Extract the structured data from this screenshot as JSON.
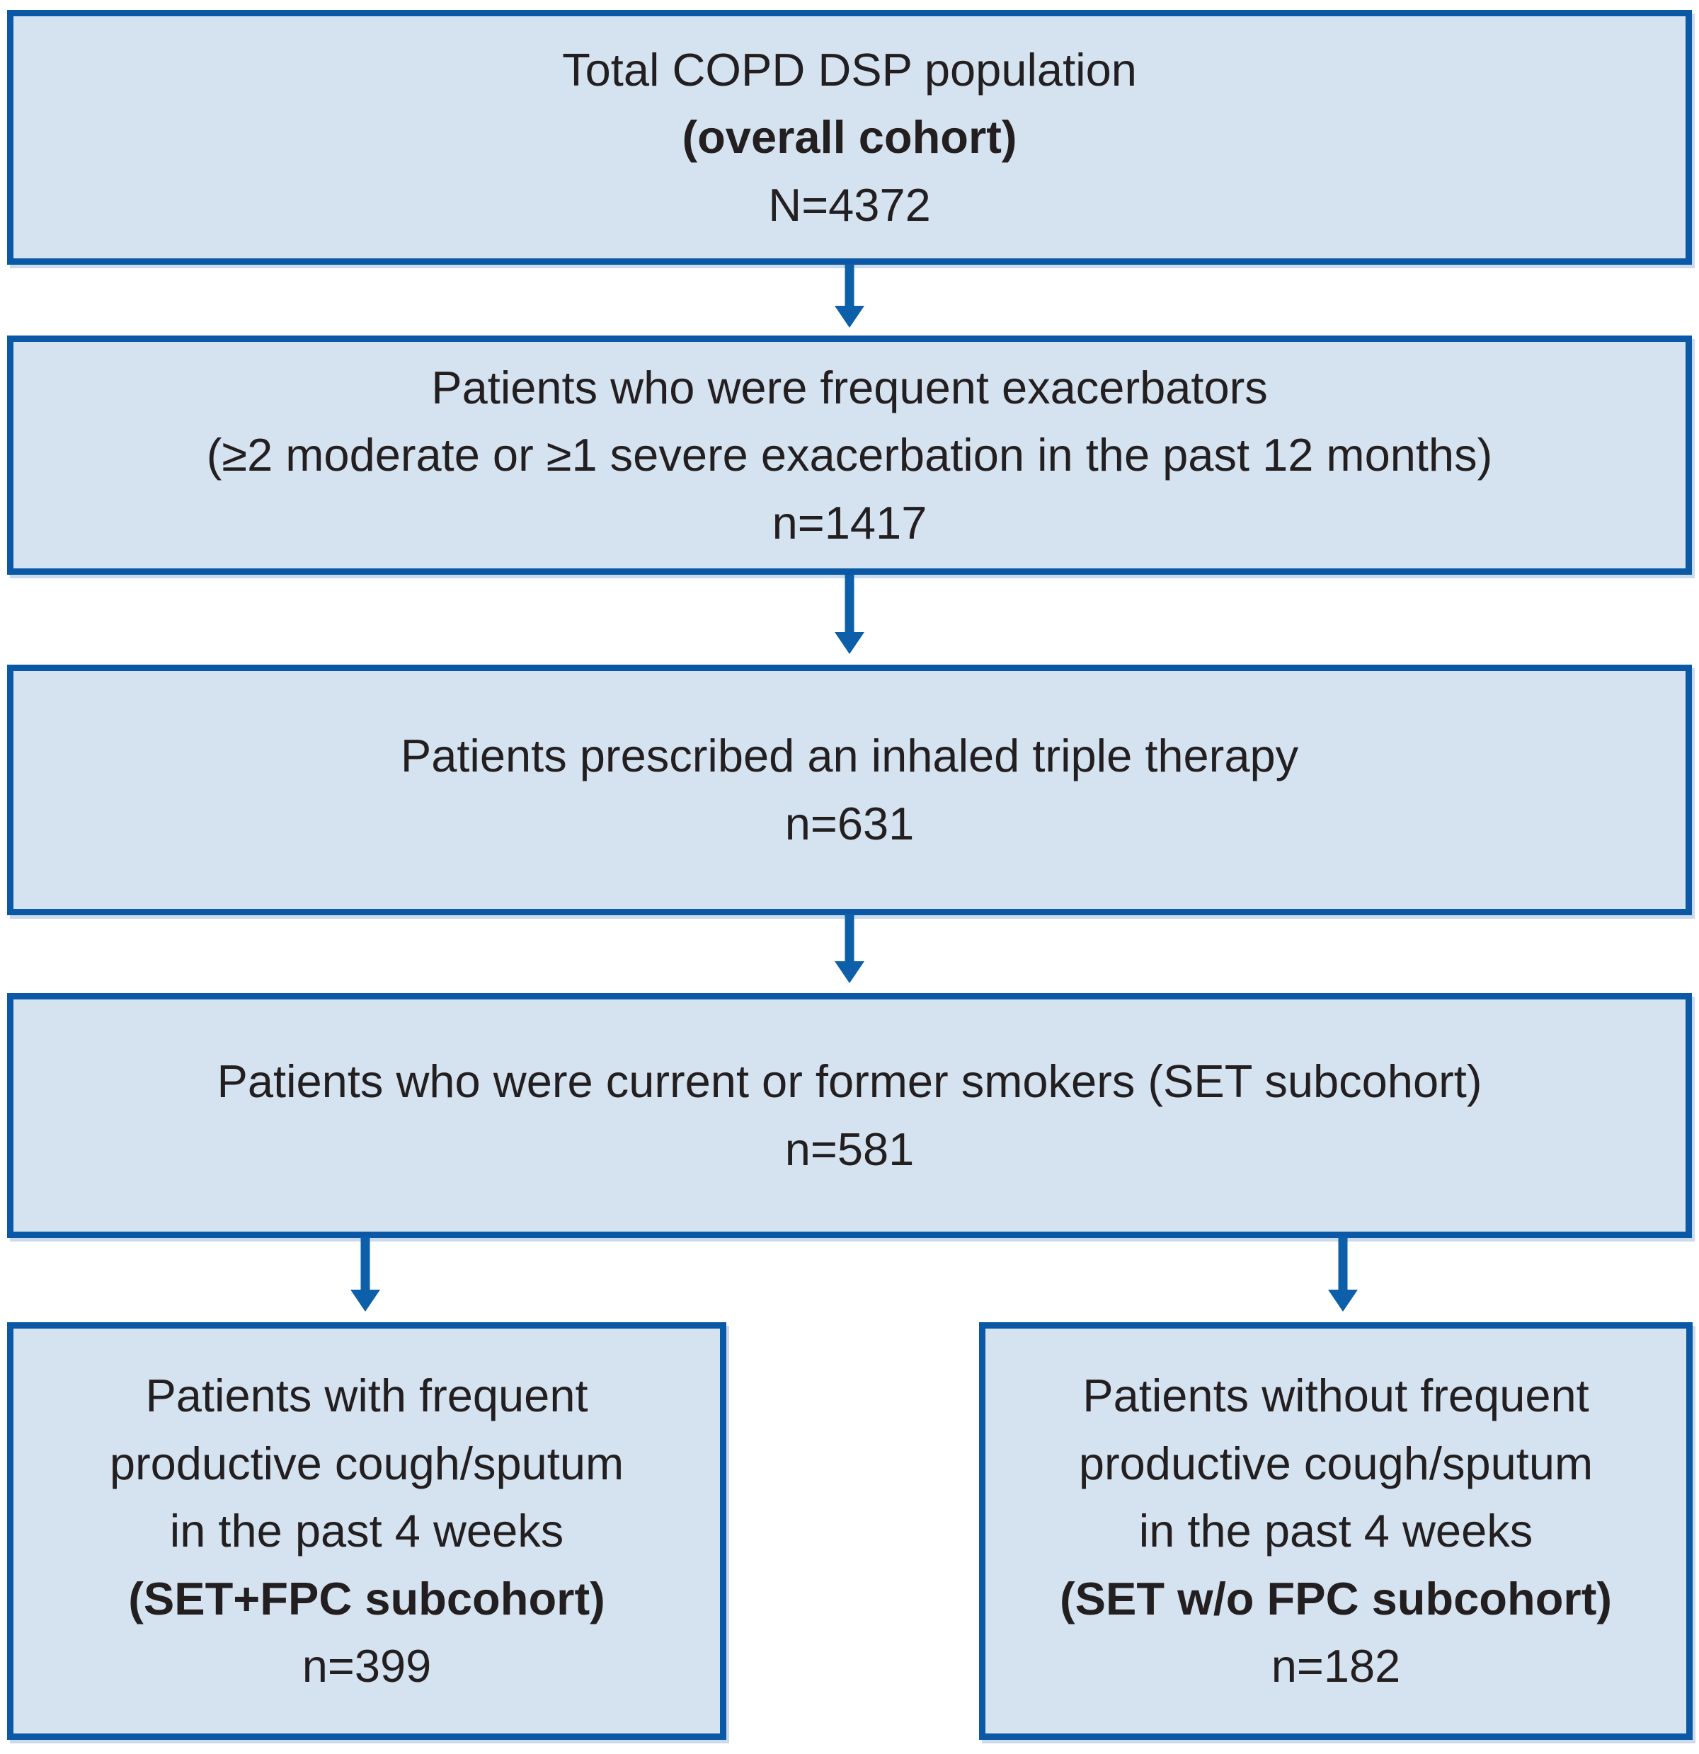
{
  "flow": {
    "colors": {
      "box_fill": "#d5e2ef",
      "box_border": "#0a58a6",
      "arrow": "#0d5fa9",
      "text": "#231f20",
      "background": "#ffffff"
    },
    "boxes": [
      {
        "id": "overall-cohort",
        "lines": [
          "Total COPD DSP population",
          "(overall cohort)",
          "N=4372"
        ]
      },
      {
        "id": "frequent-exacerbators",
        "lines": [
          "Patients who were frequent exacerbators",
          "(≥2 moderate or ≥1 severe exacerbation in the past 12 months)",
          "n=1417"
        ]
      },
      {
        "id": "inhaled-triple-therapy",
        "lines": [
          "Patients prescribed an inhaled triple therapy",
          "n=631"
        ]
      },
      {
        "id": "set-subcohort",
        "lines": [
          "Patients who were current or former smokers (SET subcohort)",
          "n=581"
        ]
      },
      {
        "id": "set-fpc-subcohort",
        "lines": [
          "Patients with frequent",
          "productive cough/sputum",
          "in the past 4 weeks",
          "(SET+FPC subcohort)",
          "n=399"
        ]
      },
      {
        "id": "set-wo-fpc-subcohort",
        "lines": [
          "Patients without frequent",
          "productive cough/sputum",
          "in the past 4 weeks",
          "(SET w/o FPC subcohort)",
          "n=182"
        ]
      }
    ],
    "connections": [
      {
        "from": "overall-cohort",
        "to": "frequent-exacerbators"
      },
      {
        "from": "frequent-exacerbators",
        "to": "inhaled-triple-therapy"
      },
      {
        "from": "inhaled-triple-therapy",
        "to": "set-subcohort"
      },
      {
        "from": "set-subcohort",
        "to": "set-fpc-subcohort"
      },
      {
        "from": "set-subcohort",
        "to": "set-wo-fpc-subcohort"
      }
    ]
  }
}
